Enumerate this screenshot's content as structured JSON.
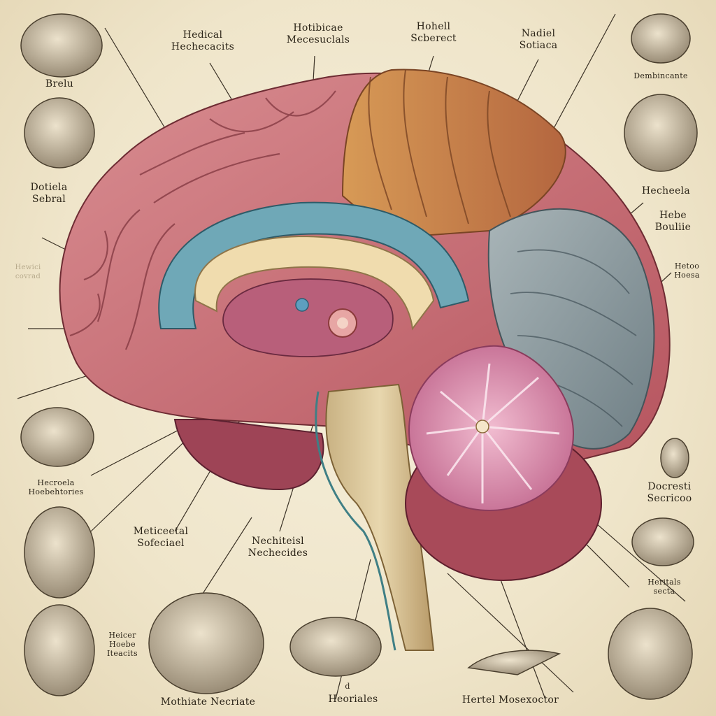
{
  "labels": {
    "top_1": {
      "line1": "Hedical",
      "line2": "Hechecacits"
    },
    "top_2": {
      "line1": "Hotibicae",
      "line2": "Mecesuclals"
    },
    "top_3": {
      "line1": "Hohell",
      "line2": "Scberect"
    },
    "top_4": {
      "line1": "Nadiel",
      "line2": "Sotiaca"
    },
    "left_1": {
      "line1": "Brelu"
    },
    "left_2": {
      "line1": "Dotiela",
      "line2": "Sebral"
    },
    "left_3": {
      "line1": "Hewici",
      "line2": "covrad"
    },
    "left_4": {
      "line1": "Hecroela",
      "line2": "Hoebehtories"
    },
    "left_5": {
      "line1": "Heicer",
      "line2": "Hoebe",
      "line3": "Iteacits"
    },
    "right_1": {
      "line1": "Dembincante"
    },
    "right_2": {
      "line1": "Hecheela"
    },
    "right_3": {
      "line1": "Hebe",
      "line2": "Bouliie"
    },
    "right_4": {
      "line1": "Hetoo",
      "line2": "Hoesa"
    },
    "right_5": {
      "line1": "Docresti",
      "line2": "Secricoo"
    },
    "right_6": {
      "line1": "Heritals",
      "line2": "secta"
    },
    "center_1": {
      "line1": "Meticeetal",
      "line2": "Sofeciael"
    },
    "center_2": {
      "line1": "Nechiteisl",
      "line2": "Nechecides"
    },
    "bottom_1": {
      "line1": "Mothiate Necriate"
    },
    "bottom_2": {
      "line1": "Heoriales"
    },
    "bottom_3": {
      "line1": "Hertel Mosexoctor"
    },
    "bottom_small": {
      "line1": "d"
    }
  }
}
